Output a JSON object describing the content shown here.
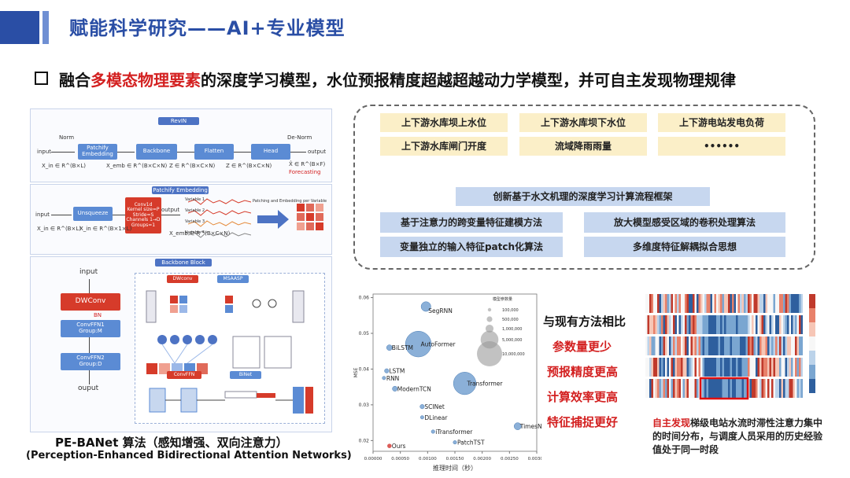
{
  "header": {
    "title": "赋能科学研究——AI+专业模型"
  },
  "subtitle": {
    "pre": "融合",
    "highlight": "多模态物理要素",
    "post": "的深度学习模型，水位预报精度超越超越动力学模型，并可自主发现物理规律"
  },
  "diagram": {
    "top": {
      "revin": "RevIN",
      "norm": "Norm",
      "denorm": "De-Norm",
      "input": "input",
      "output": "output",
      "patchify": "Patchify Embedding",
      "backbone": "Backbone",
      "flatten": "Flatten",
      "head": "Head",
      "forecasting": "Forecasting",
      "x_in": "X_in ∈ R^(B×L)",
      "x_emb": "X_emb ∈ R^(B×C×N)",
      "z1": "Z ∈ R^(B×C×N)",
      "z2": "Z ∈ R^(B×C×N)",
      "x_out": "X̂ ∈ R^(B×F)"
    },
    "mid": {
      "title": "Patchify Embedding",
      "unsqueeze": "Unsqueeze",
      "conv": [
        "Conv1d",
        "Kernel size=P",
        "Stride=S",
        "Channels 1→D",
        "Groups=1"
      ],
      "output": "output",
      "input": "input",
      "vars": [
        "Variable 1",
        "Variable 2",
        "Variable 3",
        "Variable 4"
      ],
      "note": "Patching and Embedding per Variable",
      "x_in": "X_in ∈ R^(B×L)",
      "x_un": "X_in ∈ R^(B×1×L)",
      "x_emb": "X_emb ∈ R^(B×C×N)"
    },
    "bot": {
      "title": "Backbone Block",
      "input": "input",
      "dwconv": "DWConv",
      "bn": "BN",
      "ffn1": [
        "ConvFFN1",
        "Group:M"
      ],
      "ffn2": [
        "ConvFFN2",
        "Group:D"
      ],
      "output": "ouput",
      "dw_tag": "DWconv",
      "msa_tag": "MSAASP",
      "convffn": "ConvFFN",
      "binet": "BiNet"
    }
  },
  "caption": {
    "line1": "PE-BANet 算法（感知增强、双向注意力）",
    "line2": "(Perception-Enhanced Bidirectional Attention Networks)"
  },
  "features": {
    "yellow": [
      "上下游水库坝上水位",
      "上下游水库坝下水位",
      "上下游电站发电负荷",
      "上下游水库闸门开度",
      "流域降雨雨量",
      "••••••"
    ],
    "framework": "创新基于水文机理的深度学习计算流程框架",
    "blue": [
      "基于注意力的跨变量特征建模方法",
      "放大模型感受区域的卷积处理算法",
      "变量独立的输入特征patch化算法",
      "多维度特征解耦拟合思想"
    ]
  },
  "chart_data": {
    "type": "scatter",
    "xlabel": "推理时间（秒）",
    "ylabel": "MSE",
    "xlim": [
      0,
      0.003
    ],
    "ylim": [
      0.017,
      0.061
    ],
    "xticks": [
      "0.00000",
      "0.00050",
      "0.00100",
      "0.00150",
      "0.00200",
      "0.00250",
      "0.00300"
    ],
    "yticks": [
      "0.02",
      "0.03",
      "0.04",
      "0.05",
      "0.06"
    ],
    "legend_title": "模型参数量",
    "legend": [
      "100,000",
      "500,000",
      "1,000,000",
      "5,000,000",
      "10,000,000"
    ],
    "legend_sizes": [
      100000,
      500000,
      1000000,
      5000000,
      10000000
    ],
    "points": [
      {
        "name": "SegRNN",
        "x": 0.00097,
        "y": 0.0575,
        "params": 1500000
      },
      {
        "name": "AutoFormer",
        "x": 0.00083,
        "y": 0.047,
        "params": 10500000
      },
      {
        "name": "BiLSTM",
        "x": 0.0003,
        "y": 0.046,
        "params": 500000
      },
      {
        "name": "LSTM",
        "x": 0.00025,
        "y": 0.0395,
        "params": 300000
      },
      {
        "name": "RNN",
        "x": 0.0002,
        "y": 0.0375,
        "params": 100000
      },
      {
        "name": "ModernTCN",
        "x": 0.0004,
        "y": 0.0345,
        "params": 400000
      },
      {
        "name": "Transformer",
        "x": 0.00168,
        "y": 0.036,
        "params": 8000000
      },
      {
        "name": "SCINet",
        "x": 0.0009,
        "y": 0.0295,
        "params": 300000
      },
      {
        "name": "DLinear",
        "x": 0.0009,
        "y": 0.0265,
        "params": 100000
      },
      {
        "name": "iTransformer",
        "x": 0.0011,
        "y": 0.0225,
        "params": 200000
      },
      {
        "name": "PatchTST",
        "x": 0.0015,
        "y": 0.0195,
        "params": 200000
      },
      {
        "name": "TimesNet",
        "x": 0.00265,
        "y": 0.024,
        "params": 800000
      },
      {
        "name": "Ours",
        "x": 0.0003,
        "y": 0.0185,
        "params": 300000,
        "color": "#d9534f"
      }
    ]
  },
  "advantages": {
    "title": "与现有方法相比",
    "items": [
      "参数量更少",
      "预报精度更高",
      "计算效率更高",
      "特征捕捉更好"
    ]
  },
  "heatmap": {
    "caption_red": "自主发现",
    "caption": "梯级电站水流时滞性注意力集中的时间分布，与调度人员采用的历史经验值处于同一时段"
  }
}
